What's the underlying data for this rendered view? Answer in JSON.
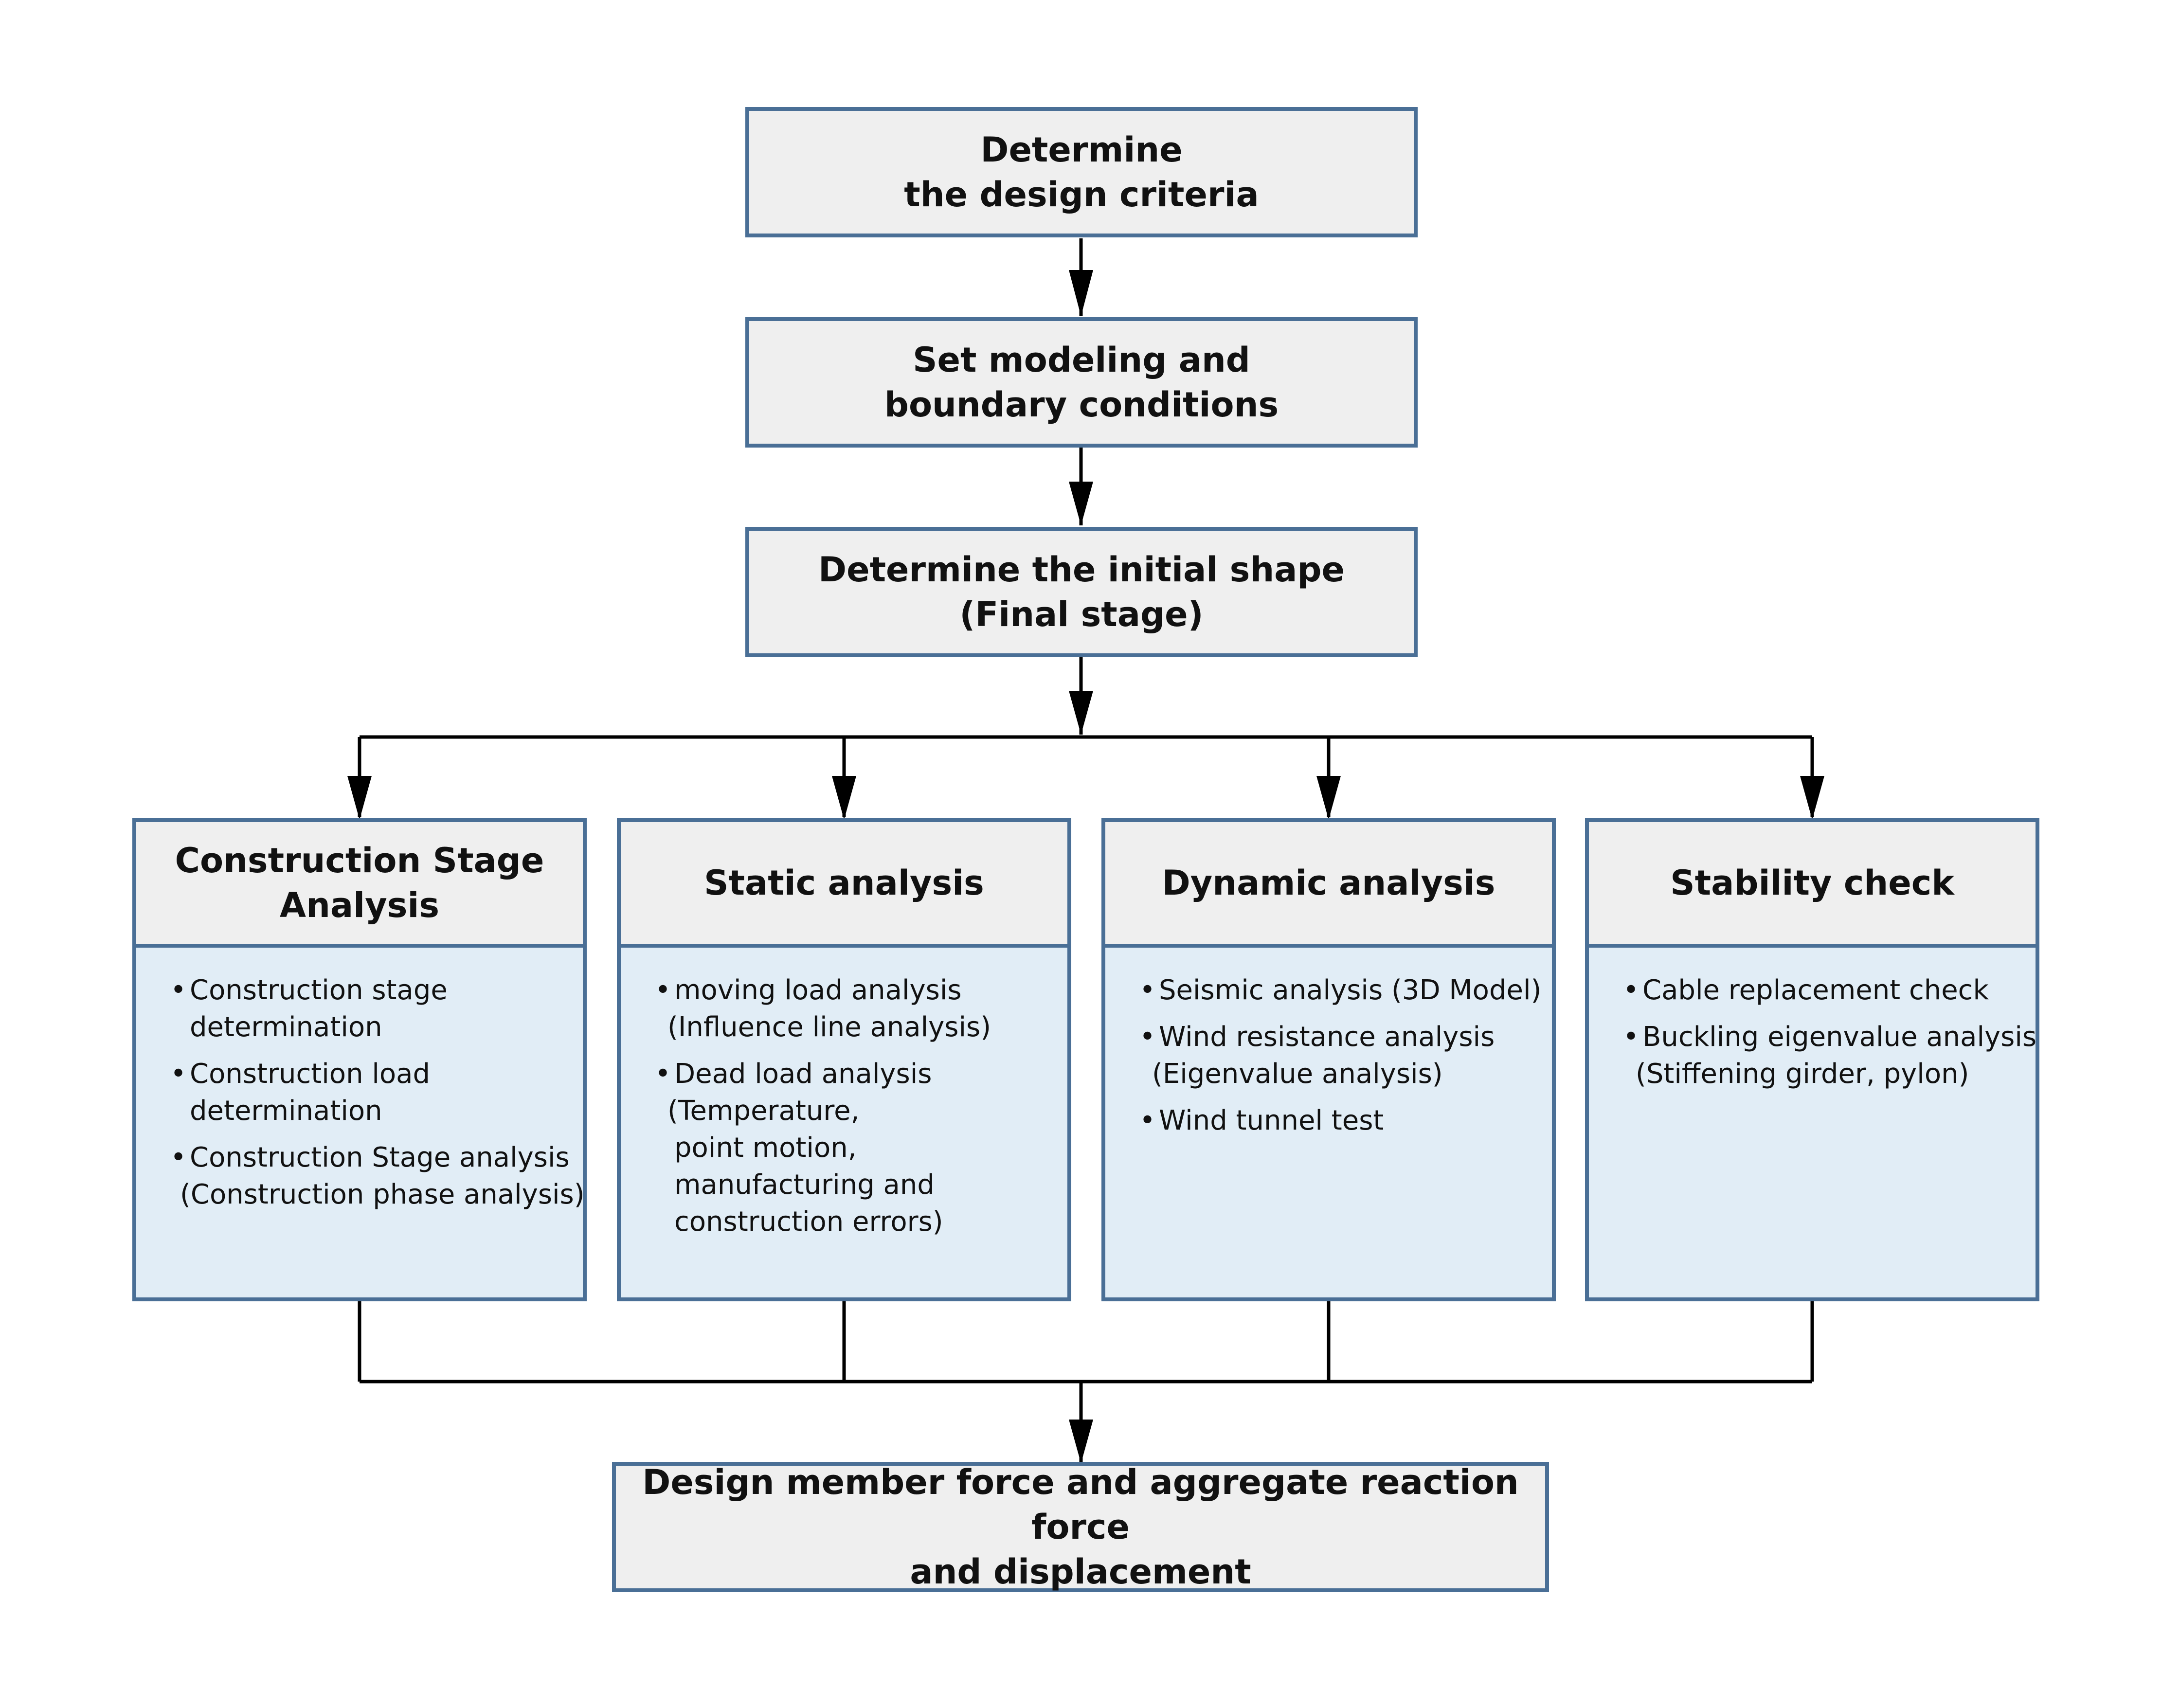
{
  "colors": {
    "box_border": "#4a6f96",
    "box_fill": "#efefef",
    "panel_fill": "#e1edf6",
    "wire": "#000000"
  },
  "top_steps": [
    {
      "lines": [
        "Determine",
        "the design criteria"
      ]
    },
    {
      "lines": [
        "Set modeling and",
        "boundary conditions"
      ]
    },
    {
      "lines": [
        "Determine the initial shape",
        "(Final stage)"
      ]
    }
  ],
  "branches": [
    {
      "title": [
        "Construction Stage",
        "Analysis"
      ],
      "items": [
        [
          "Construction stage",
          "determination"
        ],
        [
          "Construction load",
          "determination"
        ],
        [
          "Construction Stage analysis",
          "(Construction phase analysis)"
        ]
      ]
    },
    {
      "title": [
        "Static analysis"
      ],
      "items": [
        [
          "moving load analysis",
          "(Influence line analysis)"
        ],
        [
          "Dead load analysis",
          "(Temperature,",
          "point motion,",
          "manufacturing and",
          "construction errors)"
        ]
      ]
    },
    {
      "title": [
        "Dynamic analysis"
      ],
      "items": [
        [
          "Seismic analysis (3D Model)"
        ],
        [
          "Wind resistance analysis",
          "(Eigenvalue analysis)"
        ],
        [
          "Wind tunnel test"
        ]
      ]
    },
    {
      "title": [
        "Stability check"
      ],
      "items": [
        [
          "Cable replacement check"
        ],
        [
          "Buckling eigenvalue analysis",
          "(Stiffening girder, pylon)"
        ]
      ]
    }
  ],
  "final_step": {
    "lines": [
      "Design member force and aggregate reaction force",
      "and displacement"
    ]
  }
}
